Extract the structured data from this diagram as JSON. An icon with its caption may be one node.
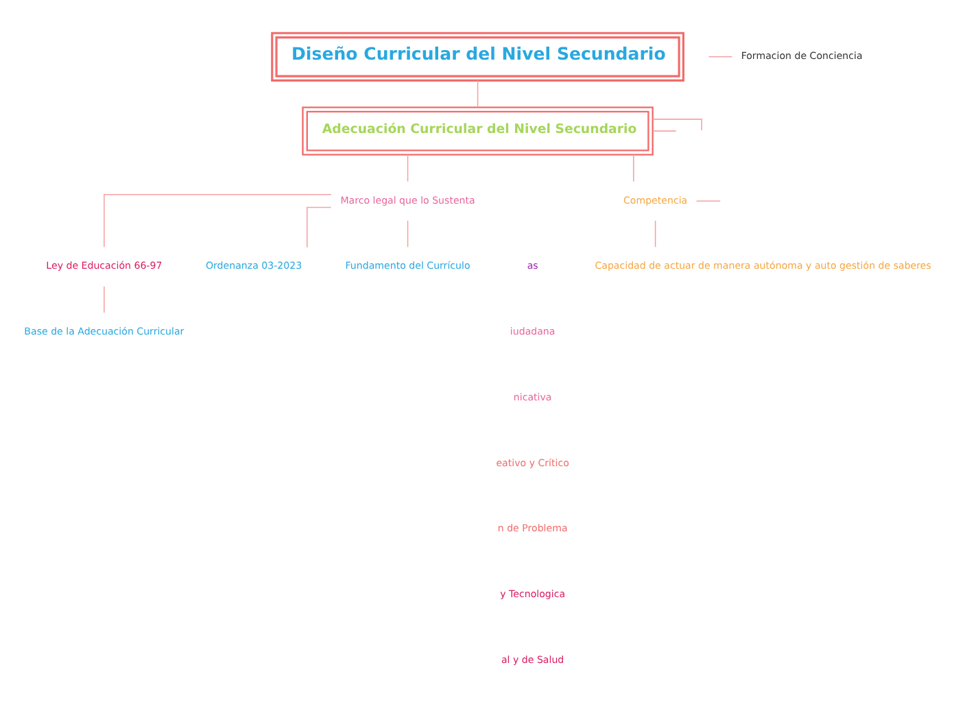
{
  "diagram": {
    "nodes": [
      {
        "text": [
          "Diseño Curricular del Nivel Secundario"
        ]
      },
      {
        "text": [
          "Adecuación Curricular del Nivel Secundario"
        ]
      },
      {
        "text": [
          "Marco legal que lo Sustenta"
        ]
      },
      {
        "text": [
          "Ley de Educación 66-97"
        ]
      },
      {
        "text": [
          "Ordenanza 03-2023"
        ]
      },
      {
        "text": [
          "Fundamento del Currículo"
        ]
      },
      {
        "text": [
          "Base de la Adecuación Curricular"
        ]
      },
      {
        "text": [
          "Competencia"
        ]
      },
      {
        "text": [
          "Capacidad de actuar de manera autónoma y auto gestión de saberes"
        ]
      },
      {
        "text": [
          "Formacion de Conciencia"
        ]
      }
    ],
    "edges": [
      {
        "from": 0,
        "to": 1,
        "arrow": "none"
      },
      {
        "from": 1,
        "to": 2,
        "arrow": "none"
      },
      {
        "from": 2,
        "to": 3,
        "arrow": "none"
      },
      {
        "from": 2,
        "to": 4,
        "arrow": "none"
      },
      {
        "from": 2,
        "to": 5,
        "arrow": "none"
      },
      {
        "from": 3,
        "to": 6,
        "arrow": "none"
      },
      {
        "from": 1,
        "to": 7,
        "arrow": "none"
      },
      {
        "from": 7,
        "to": 8,
        "arrow": "none"
      },
      {
        "from": 1,
        "to": null,
        "arrow": "none"
      },
      {
        "from": 1,
        "to": null,
        "arrow": "none"
      },
      {
        "from": 7,
        "to": null,
        "arrow": "none"
      },
      {
        "from": null,
        "to": 9,
        "arrow": "none"
      }
    ],
    "labels": [
      "as",
      "iudadana",
      "nicativa",
      "eativo y Crítico",
      "n de Problema",
      "y Tecnologica",
      "al y de Salud"
    ]
  }
}
